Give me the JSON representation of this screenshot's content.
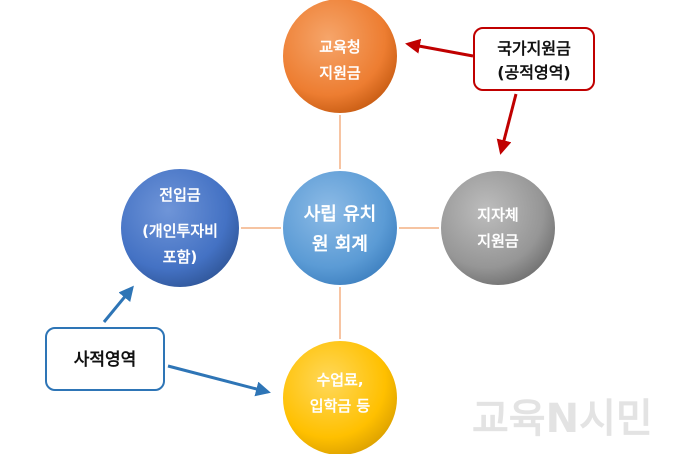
{
  "center": {
    "line1": "사립 유치",
    "line2": "원 회계"
  },
  "nodes": {
    "top": {
      "line1": "교육청",
      "line2": "지원금",
      "color": "#ee7c2e"
    },
    "right": {
      "line1": "지자체",
      "line2": "지원금",
      "color": "#9a9a9a"
    },
    "bottom": {
      "line1": "수업료,",
      "line2": "입학금 등",
      "color": "#ffc000"
    },
    "left": {
      "line1": "전입금",
      "line2": "(개인투자비",
      "line3": "포함)",
      "color": "#4472c4"
    }
  },
  "center_color": "#5b9bd5",
  "boxes": {
    "national": {
      "line1": "국가지원금",
      "line2": "(공적영역)",
      "border_color": "#c00000"
    },
    "private": {
      "line1": "사적영역",
      "border_color": "#2e75b6"
    }
  },
  "watermark": "교육N시민"
}
